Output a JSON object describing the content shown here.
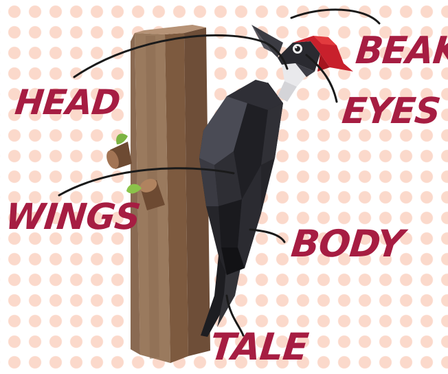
{
  "labels": {
    "beak": "BEAK",
    "eyes": "EYES",
    "head": "HEAD",
    "wings": "WINGS",
    "body": "BODY",
    "tale": "TALE"
  },
  "colors": {
    "label": "#a61d42",
    "dots": "#fbd9cb",
    "trunk": "#9b7a5f",
    "crest": "#c8202c",
    "bird_body": "#26262a",
    "leaf": "#7cb342"
  }
}
